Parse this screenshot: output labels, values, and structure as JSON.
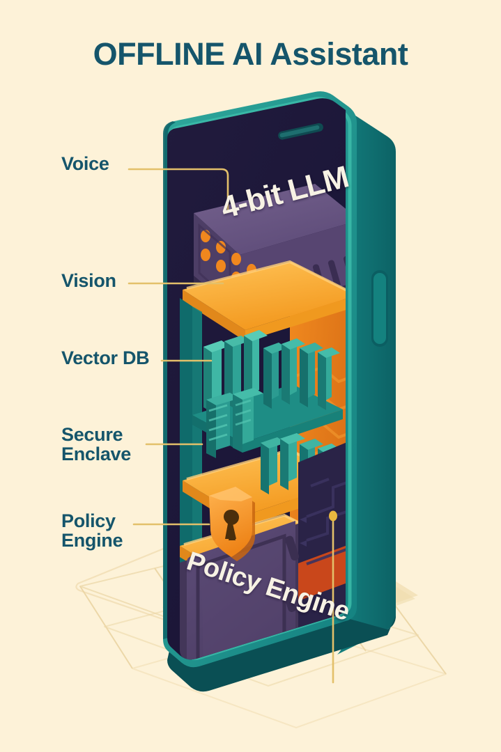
{
  "page": {
    "title": "OFFLINE AI Assistant",
    "background_color": "#FDF2D8",
    "accent_text_color": "#15556B"
  },
  "callouts": [
    {
      "id": "voice",
      "label": "Voice",
      "connector_color": "#E3C06A"
    },
    {
      "id": "vision",
      "label": "Vision",
      "connector_color": "#E3C06A"
    },
    {
      "id": "vector-db",
      "label": "Vector DB",
      "connector_color": "#E3C06A"
    },
    {
      "id": "secure-enclave",
      "label": "Secure\nEnclave",
      "connector_color": "#E3C06A"
    },
    {
      "id": "policy-engine",
      "label": "Policy\nEngine",
      "connector_color": "#E3C06A"
    }
  ],
  "device": {
    "type": "smartphone-isometric-cutaway",
    "frame_color": "#117A78",
    "frame_highlight_color": "#2FA79B",
    "frame_shadow_color": "#0B5D5F",
    "screen_color": "#201B3C",
    "speaker_slot": "earpiece-speaker",
    "side_button": "power-button"
  },
  "modules": {
    "llm_box": {
      "label": "4-bit LLM",
      "body_color": "#5B4873",
      "top_color": "#6E5B87",
      "led_color": "#F08A24",
      "led_count": 9,
      "vent_count": 6
    },
    "shelves": {
      "shelf_color": "#F59E23",
      "shelf_highlight_color": "#FFC04A",
      "panel_color": "#E07B1E",
      "book_colors": [
        "#2E9E93",
        "#3FB3A2",
        "#1F7F7A",
        "#157068"
      ],
      "upper_shelf_books": 7,
      "lower_shelf_books": 6
    },
    "safe": {
      "label": "Policy Engine",
      "body_color": "#4B3C63",
      "door_color": "#5A4A74",
      "shield_color": "#F5921E",
      "shield_highlight_color": "#FFB04A",
      "keyhole_color": "#5B3A12",
      "accent_band_color": "#C9471B"
    }
  },
  "floor": {
    "grid_color": "#EED9A8",
    "shadow_color": "#F2E0B4"
  }
}
